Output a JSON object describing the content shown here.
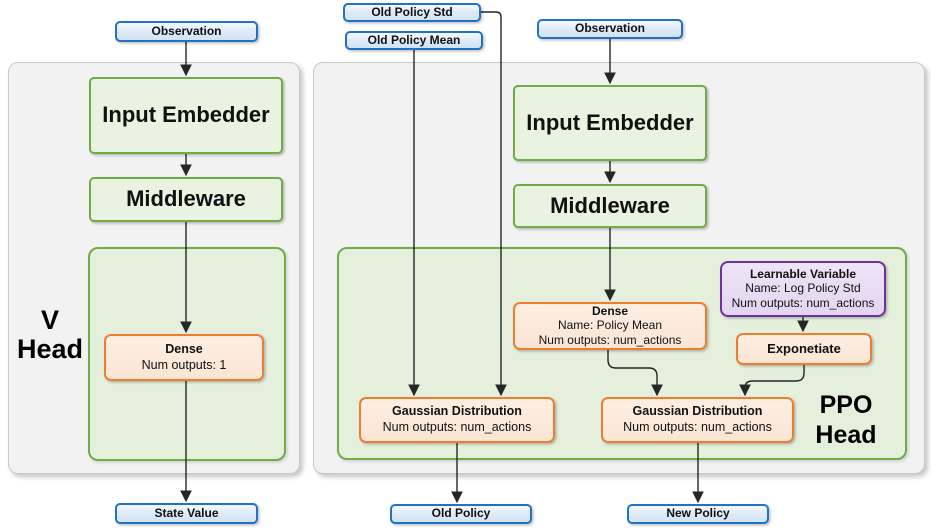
{
  "palette": {
    "blue_border": "#1f72c4",
    "green_border": "#70ad47",
    "green_fill": "#eaf2e1",
    "green_container_fill": "#e5f0dc",
    "orange_border": "#ed7d31",
    "orange_fill": "#fbe5d5",
    "purple_border": "#7030a0",
    "purple_fill": "#e3d5f0",
    "panel_fill": "#f2f2f2",
    "panel_border": "#c9c9c9",
    "connector": "#262626",
    "text": "#111111"
  },
  "v_head": {
    "label_line1": "V",
    "label_line2": "Head",
    "observation_label": "Observation",
    "input_embedder_label": "Input Embedder",
    "middleware_label": "Middleware",
    "dense": {
      "title": "Dense",
      "outputs": "Num outputs: 1"
    },
    "state_value_label": "State Value"
  },
  "ppo_head": {
    "label_line1": "PPO",
    "label_line2": "Head",
    "old_policy_std_label": "Old Policy Std",
    "old_policy_mean_label": "Old Policy Mean",
    "observation_label": "Observation",
    "input_embedder_label": "Input Embedder",
    "middleware_label": "Middleware",
    "dense": {
      "title": "Dense",
      "name": "Name: Policy Mean",
      "outputs": "Num outputs: num_actions"
    },
    "learnable_variable": {
      "title": "Learnable Variable",
      "name": "Name: Log Policy Std",
      "outputs": "Num outputs: num_actions"
    },
    "exponetiate_label": "Exponetiate",
    "gaussian_old": {
      "title": "Gaussian Distribution",
      "outputs": "Num outputs: num_actions"
    },
    "gaussian_new": {
      "title": "Gaussian Distribution",
      "outputs": "Num outputs: num_actions"
    },
    "old_policy_label": "Old Policy",
    "new_policy_label": "New Policy"
  }
}
